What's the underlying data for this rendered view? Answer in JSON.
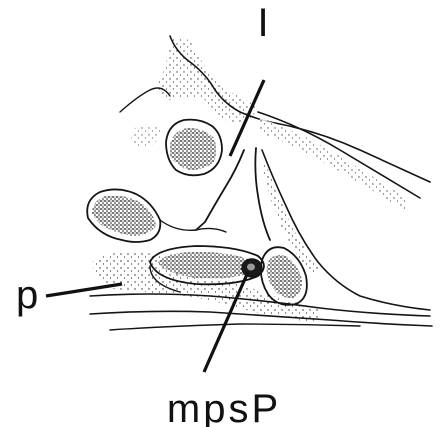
{
  "labels": {
    "top": "I",
    "left": "p",
    "bottom": "mpsP"
  },
  "colors": {
    "ink": "#151515",
    "background": "#ffffff",
    "stipple": "#2a2a2a"
  }
}
